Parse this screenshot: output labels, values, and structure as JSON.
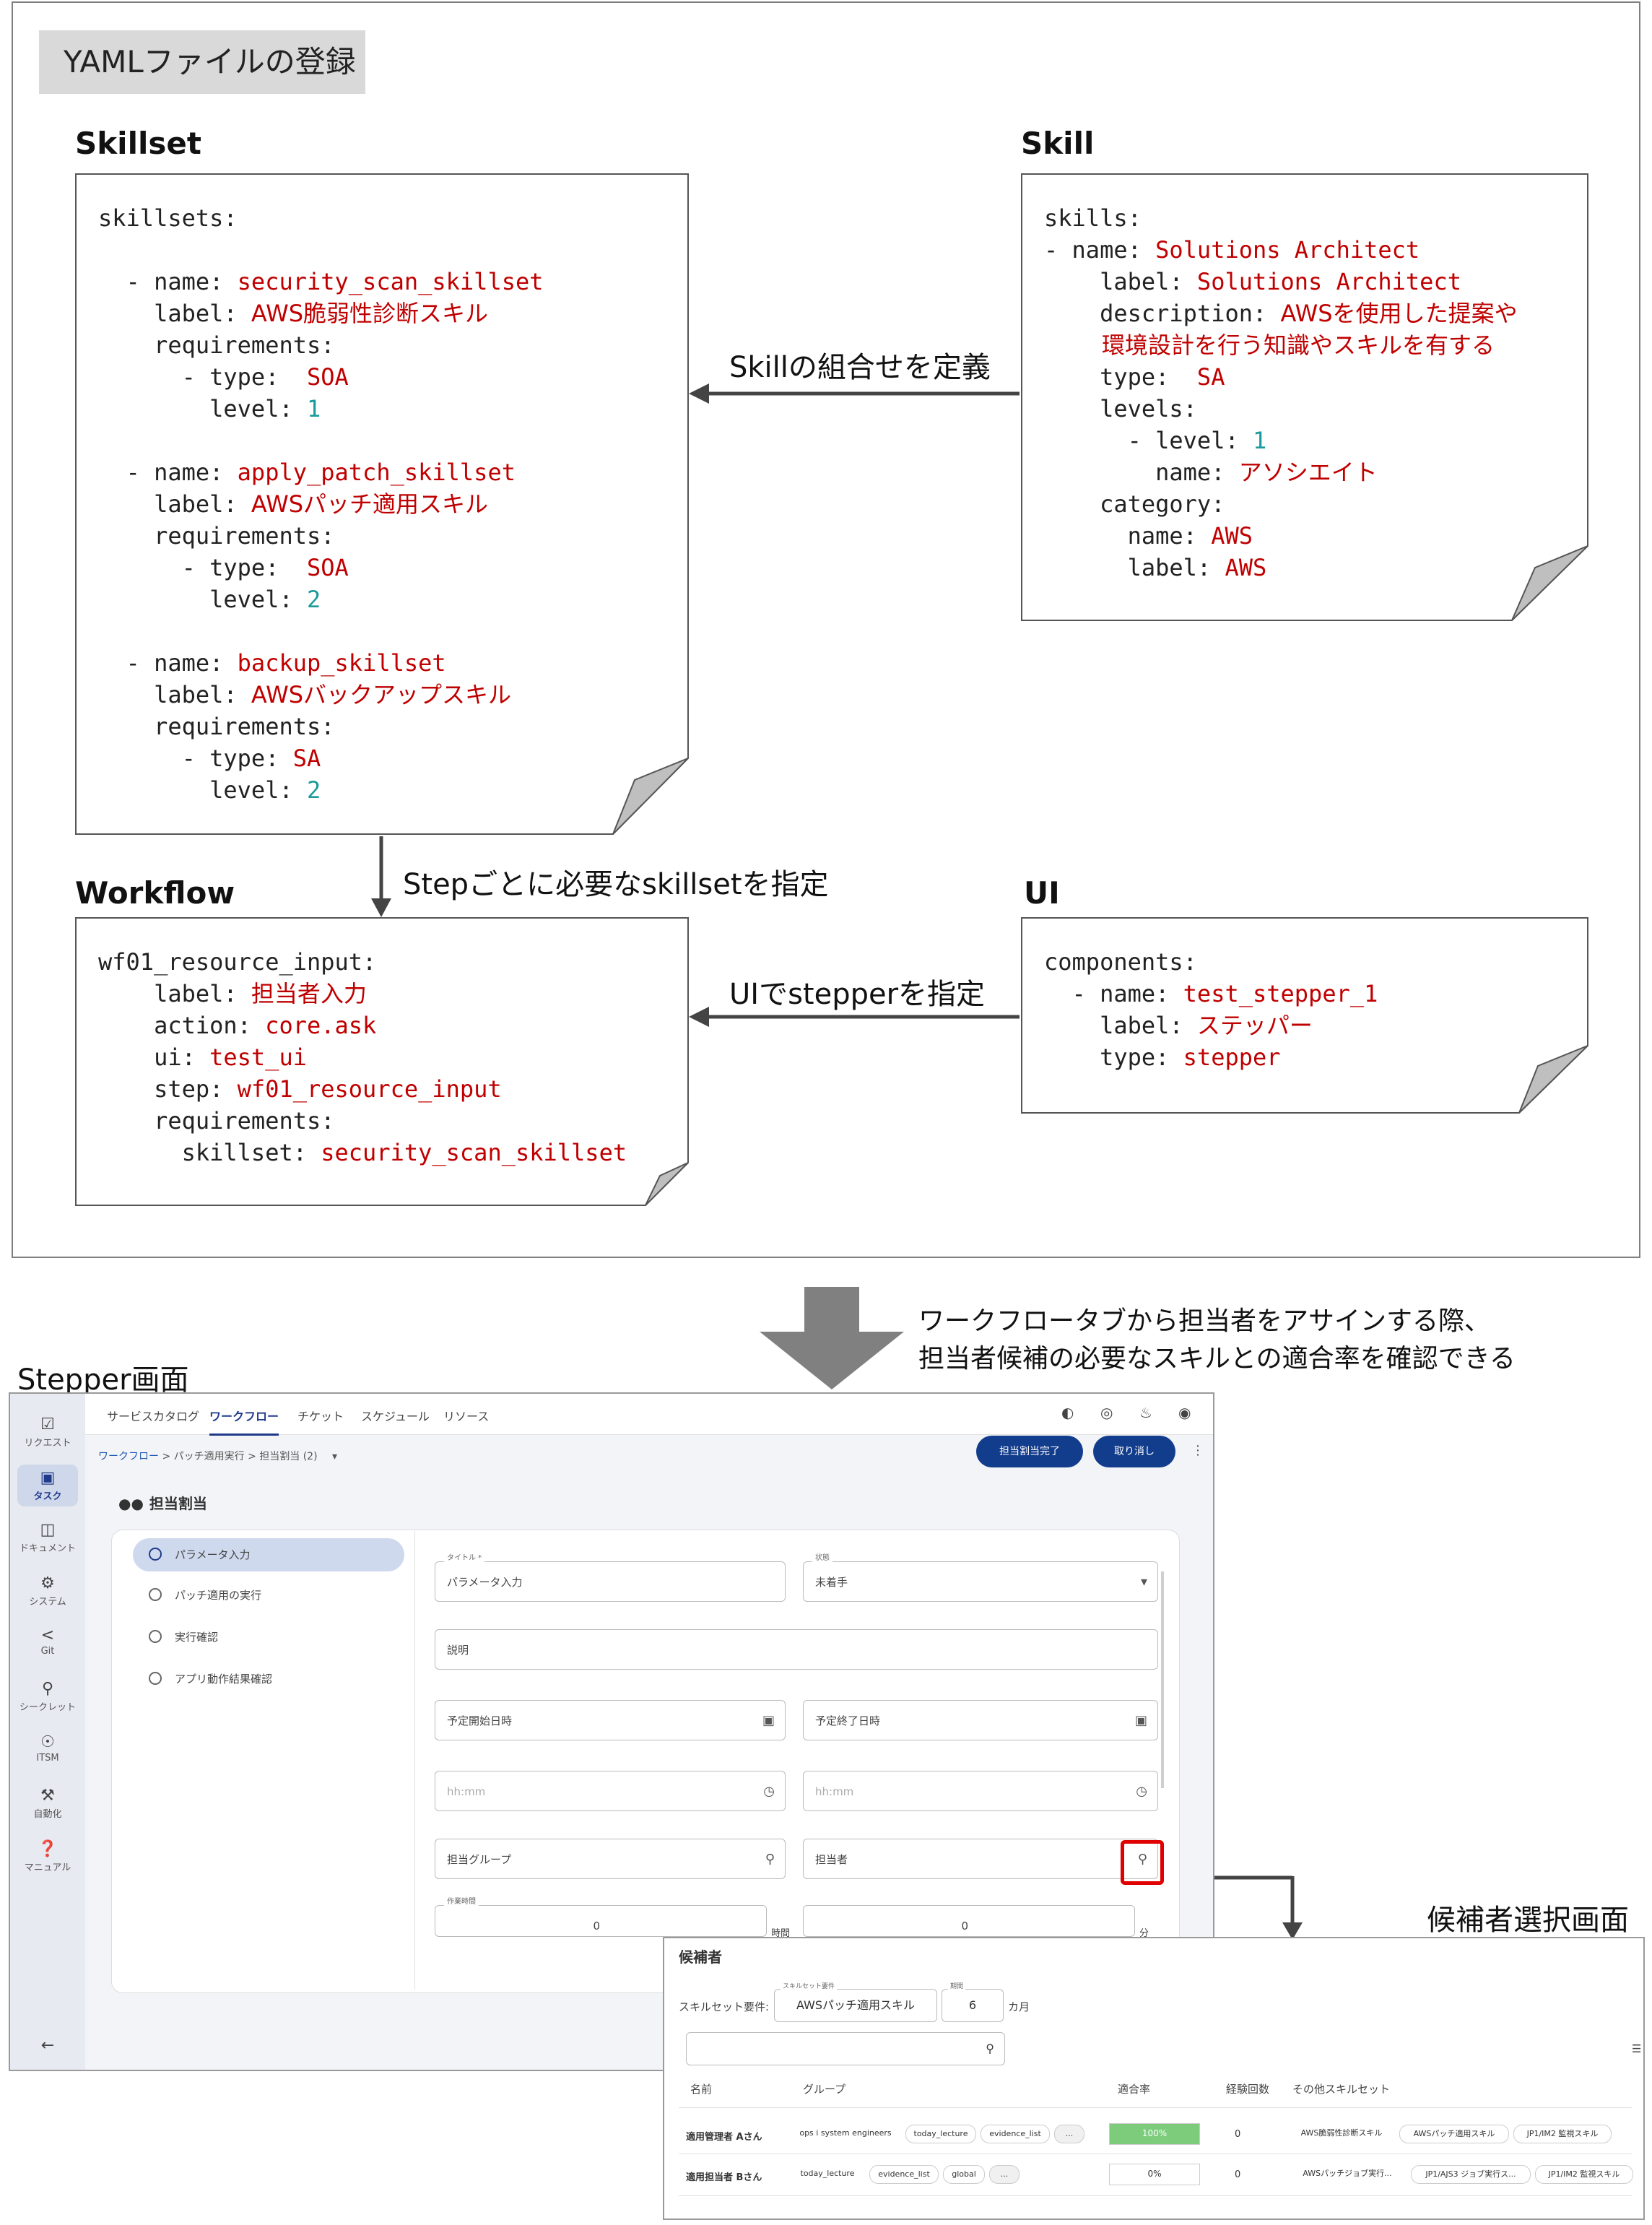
{
  "header_tag": "YAMLファイルの登録",
  "sections": {
    "skillset": "Skillset",
    "skill": "Skill",
    "workflow": "Workflow",
    "ui": "UI"
  },
  "arrows": {
    "skill_to_skillset": "Skillの組合せを定義",
    "skillset_to_workflow": "Stepごとに必要なskillsetを指定",
    "ui_to_workflow": "UIでstepperを指定"
  },
  "skillset_yaml": {
    "root": "skillsets:",
    "items": [
      {
        "name": "security_scan_skillset",
        "label": "AWS脆弱性診断スキル",
        "type": "SOA",
        "level": "1"
      },
      {
        "name": "apply_patch_skillset",
        "label": "AWSパッチ適用スキル",
        "type": "SOA",
        "level": "2"
      },
      {
        "name": "backup_skillset",
        "label": "AWSバックアップスキル",
        "type": "SA",
        "level": "2"
      }
    ]
  },
  "skill_yaml": {
    "root": "skills:",
    "name": "Solutions Architect",
    "label": "Solutions Architect",
    "description_1": "AWSを使用した提案や",
    "description_2": "環境設計を行う知識やスキルを有する",
    "type": "SA",
    "level": "1",
    "level_name": "アソシエイト",
    "category_name": "AWS",
    "category_label": "AWS"
  },
  "workflow_yaml": {
    "root": "wf01_resource_input:",
    "label": "担当者入力",
    "action": "core.ask",
    "ui": "test_ui",
    "step": "wf01_resource_input",
    "skillset": "security_scan_skillset"
  },
  "ui_yaml": {
    "root": "components:",
    "name": "test_stepper_1",
    "label": "ステッパー",
    "type": "stepper"
  },
  "note": {
    "line1": "ワークフロータブから担当者をアサインする際、",
    "line2": "担当者候補の必要なスキルとの適合率を確認できる"
  },
  "stepper_title": "Stepper画面",
  "candidate_title": "候補者選択画面",
  "app": {
    "sidebar": [
      {
        "label": "リクエスト",
        "icon": "check-icon"
      },
      {
        "label": "タスク",
        "icon": "calendar-icon",
        "active": true
      },
      {
        "label": "ドキュメント",
        "icon": "book-icon"
      },
      {
        "label": "システム",
        "icon": "gear-icon"
      },
      {
        "label": "Git",
        "icon": "share-icon"
      },
      {
        "label": "シークレット",
        "icon": "key-icon"
      },
      {
        "label": "ITSM",
        "icon": "headset-icon"
      },
      {
        "label": "自動化",
        "icon": "robot-icon"
      },
      {
        "label": "マニュアル",
        "icon": "help-icon"
      }
    ],
    "tabs": [
      "サービスカタログ",
      "ワークフロー",
      "チケット",
      "スケジュール",
      "リソース"
    ],
    "active_tab": "ワークフロー",
    "breadcrumb_link": "ワークフロー",
    "breadcrumb_rest": " > パッチ適用実行 > 担当割当 (2)",
    "complete_button": "担当割当完了",
    "cancel_button": "取り消し",
    "panel_title": "担当割当",
    "steps": [
      "パラメータ入力",
      "パッチ適用の実行",
      "実行確認",
      "アプリ動作結果確認"
    ],
    "fields": {
      "title_label": "タイトル *",
      "title_value": "パラメータ入力",
      "status_label": "状態",
      "status_value": "未着手",
      "description": "説明",
      "start_date": "予定開始日時",
      "end_date": "予定終了日時",
      "time_placeholder": "hh:mm",
      "group": "担当グループ",
      "assignee": "担当者",
      "work_time_label": "作業時間",
      "hours_value": "0",
      "hours_unit": "時間",
      "minutes_value": "0",
      "minutes_unit": "分"
    }
  },
  "candidate": {
    "title": "候補者",
    "skillset_req_label": "スキルセット要件:",
    "skillset_field_label": "スキルセット要件",
    "skillset_value": "AWSパッチ適用スキル",
    "period_label": "期間",
    "period_value": "6",
    "period_unit": "カ月",
    "columns": [
      "名前",
      "グループ",
      "適合率",
      "経験回数",
      "その他スキルセット"
    ],
    "rows": [
      {
        "name": "適用管理者 Aさん",
        "groups": [
          "ops i system engineers",
          "today_lecture",
          "evidence_list",
          "..."
        ],
        "rate": "100%",
        "rate_value": 1.0,
        "count": "0",
        "skills": [
          "AWS脆弱性診断スキル",
          "AWSパッチ適用スキル",
          "JP1/IM2 監視スキル"
        ]
      },
      {
        "name": "適用担当者 Bさん",
        "groups": [
          "today_lecture",
          "evidence_list",
          "global",
          "..."
        ],
        "rate": "0%",
        "rate_value": 0.0,
        "count": "0",
        "skills": [
          "AWSパッチジョブ実行...",
          "JP1/AJS3 ジョブ実行ス...",
          "JP1/IM2 監視スキル"
        ]
      }
    ]
  },
  "colors": {
    "accent": "#c00000",
    "number": "#1a9a9a",
    "brand": "#123c8c",
    "match_fill": "#7ccc7c",
    "highlight": "#e00000"
  }
}
